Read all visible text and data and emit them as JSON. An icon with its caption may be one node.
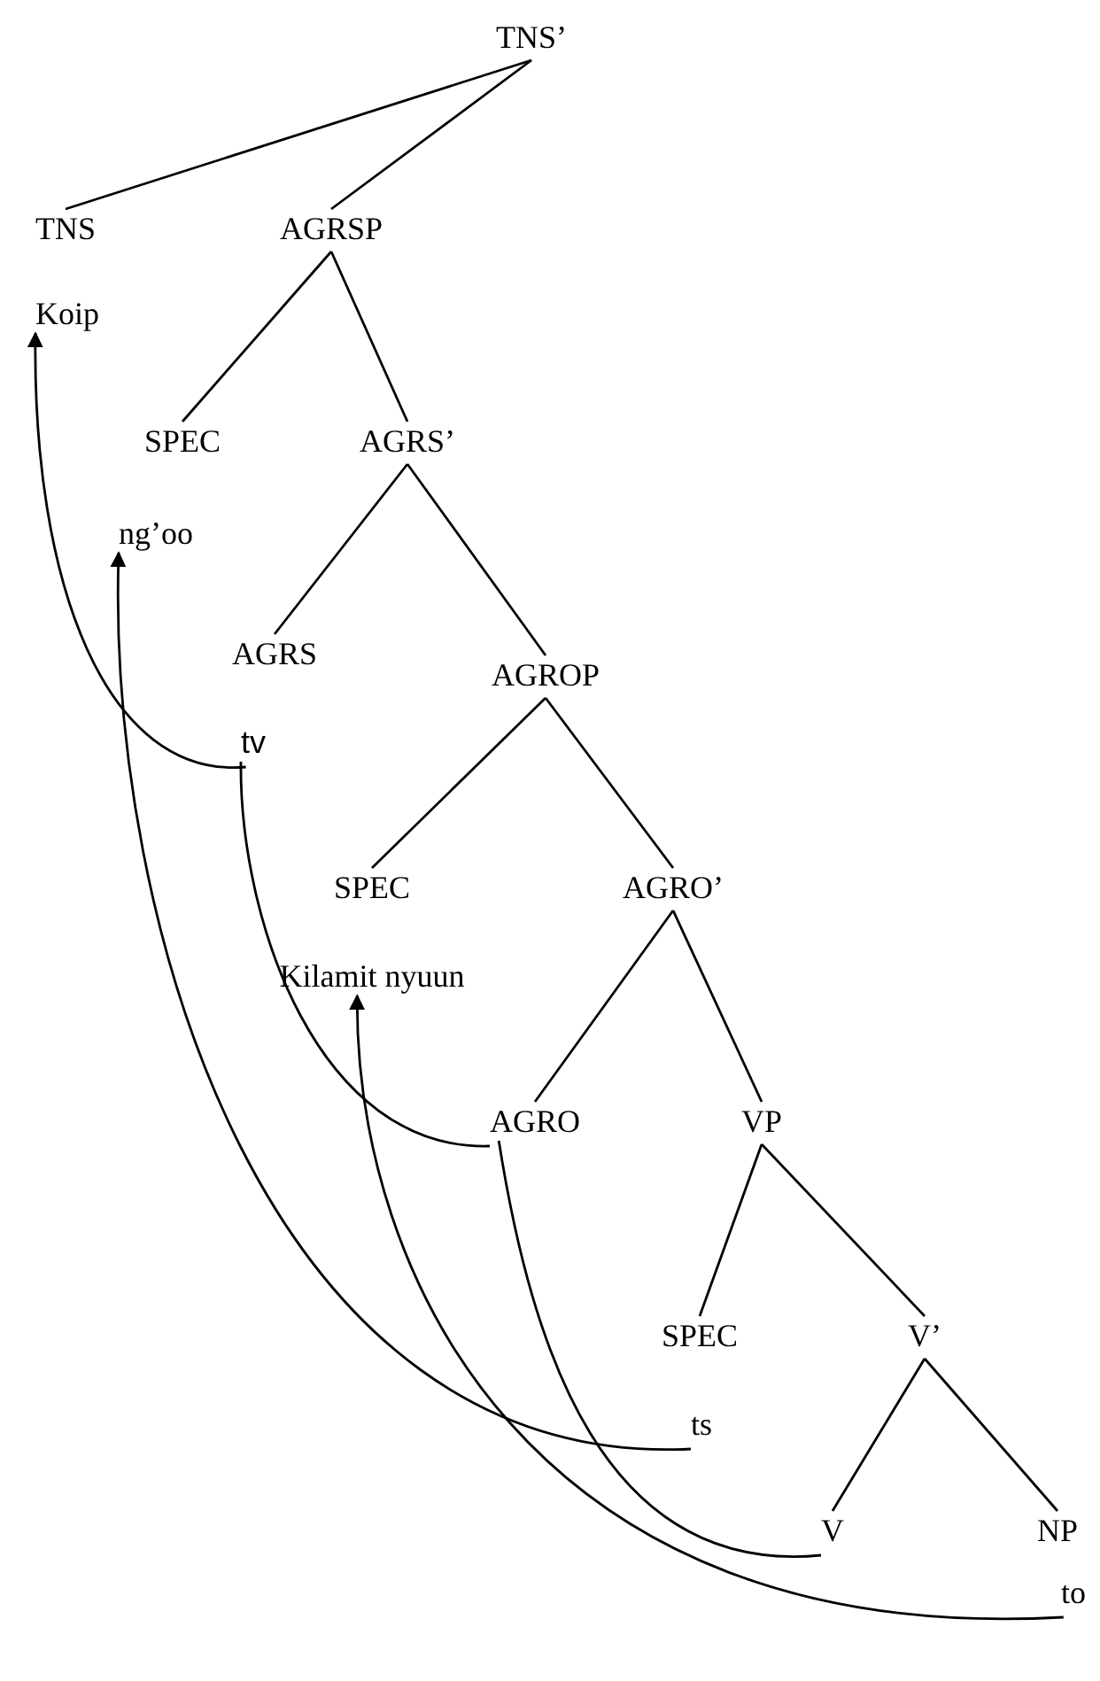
{
  "diagram": {
    "nodes": [
      {
        "text": [
          "TNS’"
        ]
      },
      {
        "text": [
          "TNS"
        ]
      },
      {
        "text": [
          "AGRSP"
        ]
      },
      {
        "text": [
          "Koip"
        ]
      },
      {
        "text": [
          "SPEC"
        ]
      },
      {
        "text": [
          "AGRS’"
        ]
      },
      {
        "text": [
          "ng’oo"
        ]
      },
      {
        "text": [
          "AGRS"
        ]
      },
      {
        "text": [
          "AGROP"
        ]
      },
      {
        "text": [
          "tv"
        ]
      },
      {
        "text": [
          "SPEC"
        ]
      },
      {
        "text": [
          "AGRO’"
        ]
      },
      {
        "text": [
          "Kilamit nyuun"
        ]
      },
      {
        "text": [
          "AGRO"
        ]
      },
      {
        "text": [
          "VP"
        ]
      },
      {
        "text": [
          "SPEC"
        ]
      },
      {
        "text": [
          "V’"
        ]
      },
      {
        "text": [
          "ts"
        ]
      },
      {
        "text": [
          "V"
        ]
      },
      {
        "text": [
          "NP"
        ]
      },
      {
        "text": [
          "to"
        ]
      }
    ],
    "edges": [
      {
        "from": 0,
        "to": 1,
        "arrow": "none"
      },
      {
        "from": 0,
        "to": 2,
        "arrow": "none"
      },
      {
        "from": 2,
        "to": 4,
        "arrow": "none"
      },
      {
        "from": 2,
        "to": 5,
        "arrow": "none"
      },
      {
        "from": 5,
        "to": 7,
        "arrow": "none"
      },
      {
        "from": 5,
        "to": 8,
        "arrow": "none"
      },
      {
        "from": 8,
        "to": 10,
        "arrow": "none"
      },
      {
        "from": 8,
        "to": 11,
        "arrow": "none"
      },
      {
        "from": 11,
        "to": 13,
        "arrow": "none"
      },
      {
        "from": 11,
        "to": 14,
        "arrow": "none"
      },
      {
        "from": 14,
        "to": 15,
        "arrow": "none"
      },
      {
        "from": 14,
        "to": 16,
        "arrow": "none"
      },
      {
        "from": 16,
        "to": 18,
        "arrow": "none"
      },
      {
        "from": 16,
        "to": 19,
        "arrow": "none"
      },
      {
        "from": 9,
        "to": 3,
        "arrow": "to"
      },
      {
        "from": 17,
        "to": 6,
        "arrow": "to"
      },
      {
        "from": 20,
        "to": 12,
        "arrow": "to"
      },
      {
        "from": 13,
        "to": 9,
        "arrow": "none"
      },
      {
        "from": 18,
        "to": 13,
        "arrow": "none"
      }
    ]
  }
}
